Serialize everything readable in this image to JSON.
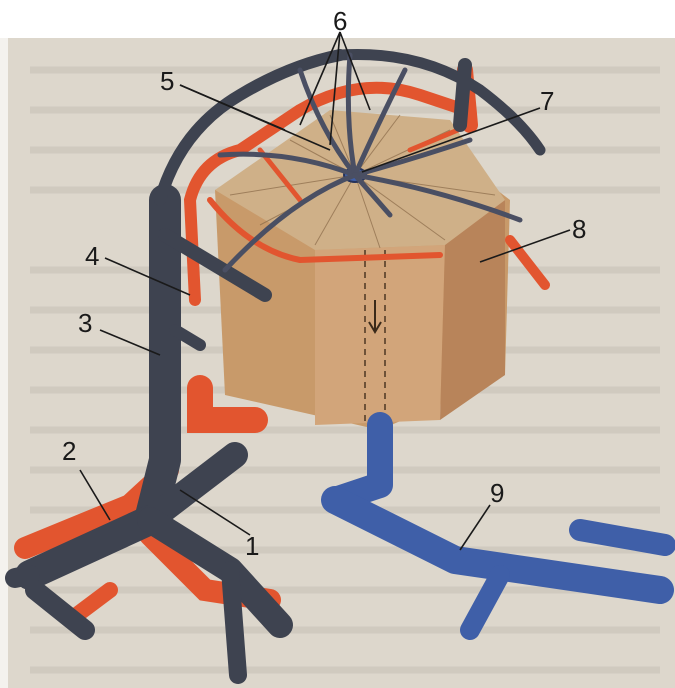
{
  "labels": {
    "l1": "1",
    "l2": "2",
    "l3": "3",
    "l4": "4",
    "l5": "5",
    "l6": "6",
    "l7": "7",
    "l8": "8",
    "l9": "9"
  },
  "colors": {
    "artery": "#e2552f",
    "portal_vein": "#3e4350",
    "hepatic_vein": "#3f5fa8",
    "lobule_top": "#c9a87e",
    "lobule_side": "#c89a6a",
    "background": "#ddd7cc"
  }
}
